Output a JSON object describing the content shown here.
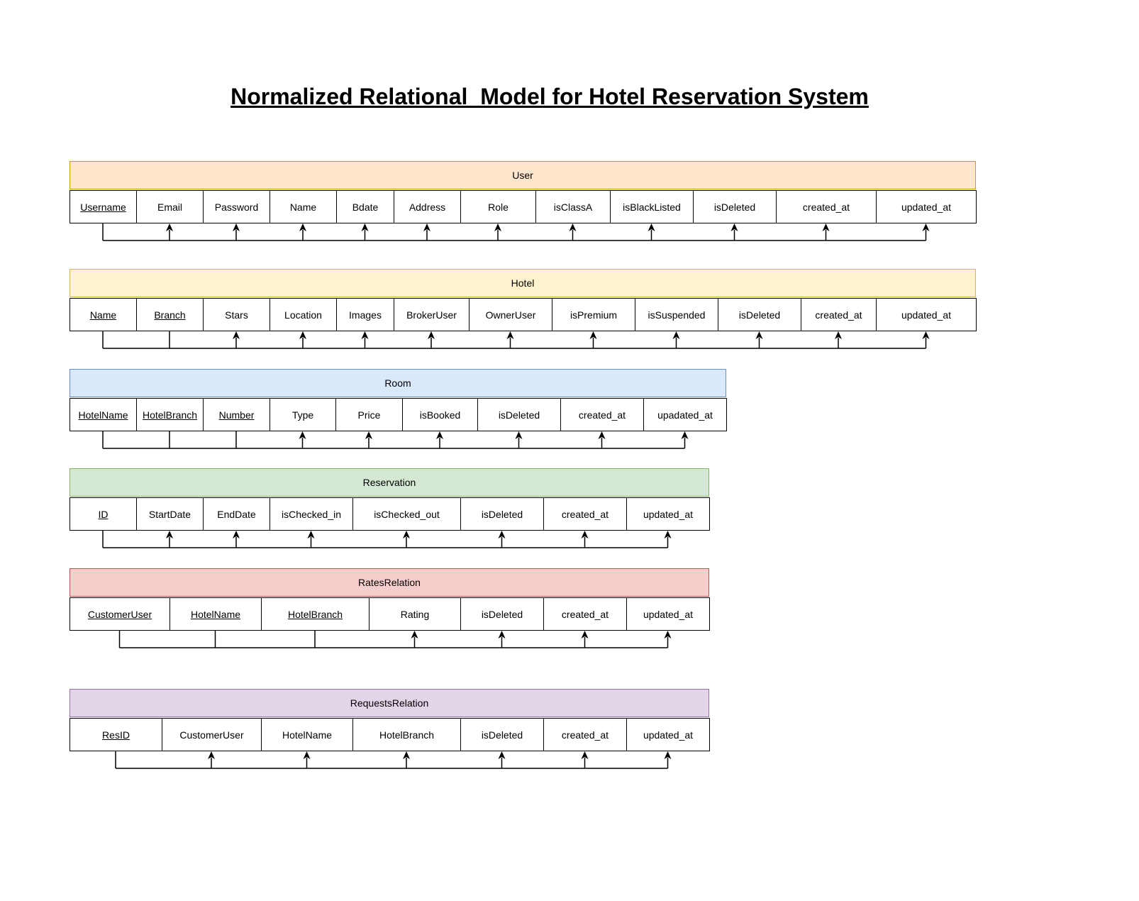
{
  "title": "Normalized Relational  Model for Hotel Reservation System",
  "relations": [
    {
      "name": "User",
      "header_fill": "#ffe6cc",
      "header_stroke": "#d79b00",
      "attributes": [
        {
          "label": "Username",
          "pk": true
        },
        {
          "label": "Email"
        },
        {
          "label": "Password"
        },
        {
          "label": "Name"
        },
        {
          "label": "Bdate"
        },
        {
          "label": "Address"
        },
        {
          "label": "Role"
        },
        {
          "label": "isClassA"
        },
        {
          "label": "isBlackListed"
        },
        {
          "label": "isDeleted"
        },
        {
          "label": "created_at"
        },
        {
          "label": "updated_at"
        }
      ]
    },
    {
      "name": "Hotel",
      "header_fill": "#fff2cc",
      "header_stroke": "#d6b656",
      "attributes": [
        {
          "label": "Name",
          "pk": true
        },
        {
          "label": "Branch",
          "pk": true
        },
        {
          "label": "Stars"
        },
        {
          "label": "Location"
        },
        {
          "label": "Images"
        },
        {
          "label": "BrokerUser"
        },
        {
          "label": "OwnerUser"
        },
        {
          "label": "isPremium"
        },
        {
          "label": "isSuspended"
        },
        {
          "label": "isDeleted"
        },
        {
          "label": "created_at"
        },
        {
          "label": "updated_at"
        }
      ]
    },
    {
      "name": "Room",
      "header_fill": "#dae8fc",
      "header_stroke": "#6c8ebf",
      "attributes": [
        {
          "label": "HotelName",
          "pk": true
        },
        {
          "label": "HotelBranch",
          "pk": true
        },
        {
          "label": "Number",
          "pk": true
        },
        {
          "label": "Type"
        },
        {
          "label": "Price"
        },
        {
          "label": "isBooked"
        },
        {
          "label": "isDeleted"
        },
        {
          "label": "created_at"
        },
        {
          "label": "upadated_at"
        }
      ]
    },
    {
      "name": "Reservation",
      "header_fill": "#d5e8d4",
      "header_stroke": "#82b366",
      "attributes": [
        {
          "label": "ID",
          "pk": true
        },
        {
          "label": "StartDate"
        },
        {
          "label": "EndDate"
        },
        {
          "label": "isChecked_in"
        },
        {
          "label": "isChecked_out"
        },
        {
          "label": "isDeleted"
        },
        {
          "label": "created_at"
        },
        {
          "label": "updated_at"
        }
      ]
    },
    {
      "name": "RatesRelation",
      "header_fill": "#f8cecc",
      "header_stroke": "#b85450",
      "attributes": [
        {
          "label": "CustomerUser",
          "pk": true
        },
        {
          "label": "HotelName",
          "pk": true
        },
        {
          "label": "HotelBranch",
          "pk": true
        },
        {
          "label": "Rating"
        },
        {
          "label": "isDeleted"
        },
        {
          "label": "created_at"
        },
        {
          "label": "updated_at"
        }
      ]
    },
    {
      "name": "RequestsRelation",
      "header_fill": "#e1d5e7",
      "header_stroke": "#9673a6",
      "attributes": [
        {
          "label": "ResID",
          "pk": true
        },
        {
          "label": "CustomerUser"
        },
        {
          "label": "HotelName"
        },
        {
          "label": "HotelBranch"
        },
        {
          "label": "isDeleted"
        },
        {
          "label": "created_at"
        },
        {
          "label": "updated_at"
        }
      ]
    }
  ]
}
